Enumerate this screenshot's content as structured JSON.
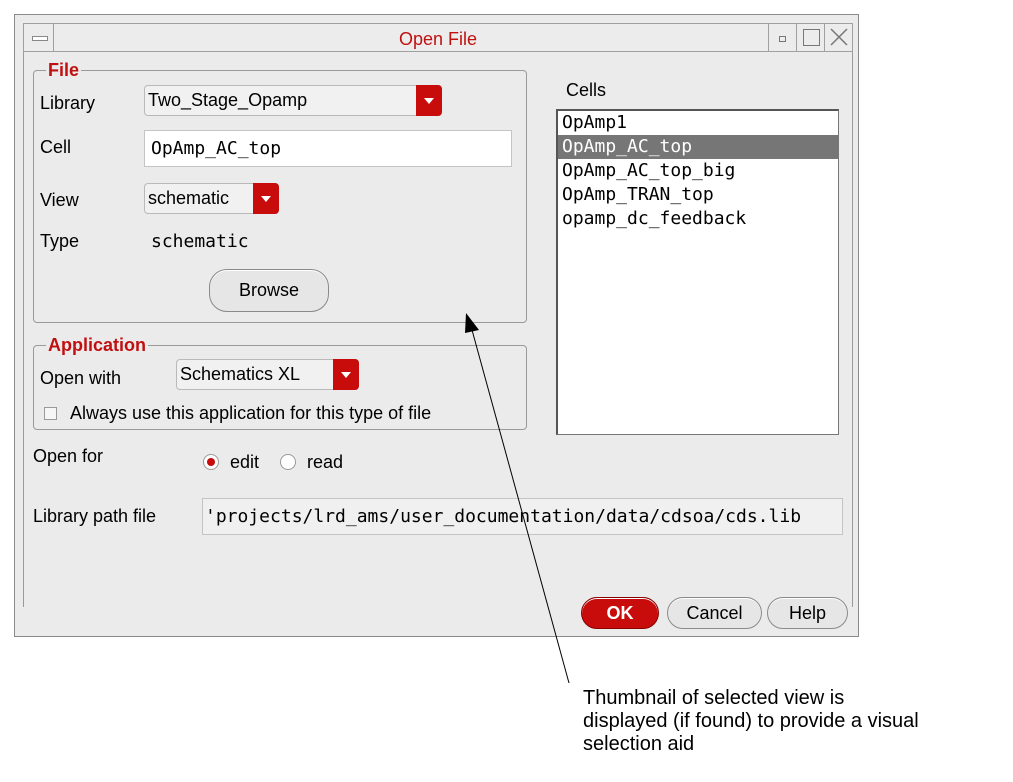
{
  "window": {
    "title": "Open File"
  },
  "file_group": {
    "legend": "File",
    "library_label": "Library",
    "library_value": "Two_Stage_Opamp",
    "cell_label": "Cell",
    "cell_value": "OpAmp_AC_top",
    "view_label": "View",
    "view_value": "schematic",
    "type_label": "Type",
    "type_value": "schematic",
    "browse_label": "Browse"
  },
  "cells": {
    "label": "Cells",
    "items": [
      "OpAmp1",
      "OpAmp_AC_top",
      "OpAmp_AC_top_big",
      "OpAmp_TRAN_top",
      "opamp_dc_feedback"
    ],
    "selected": "OpAmp_AC_top"
  },
  "application_group": {
    "legend": "Application",
    "open_with_label": "Open with",
    "open_with_value": "Schematics XL",
    "always_use_label": "Always use this application for this type of file",
    "always_use_checked": false
  },
  "open_for": {
    "label": "Open for",
    "options": [
      "edit",
      "read"
    ],
    "selected": "edit"
  },
  "library_path": {
    "label": "Library path file",
    "value": "'projects/lrd_ams/user_documentation/data/cdsoa/cds.lib"
  },
  "buttons": {
    "ok": "OK",
    "cancel": "Cancel",
    "help": "Help"
  },
  "annotation": {
    "line1": "Thumbnail of selected view is",
    "line2": "displayed (if found) to provide a visual",
    "line3": "selection aid"
  },
  "colors": {
    "accent": "#c80c0c",
    "selection": "#767676",
    "dialog_bg": "#ebebeb"
  }
}
